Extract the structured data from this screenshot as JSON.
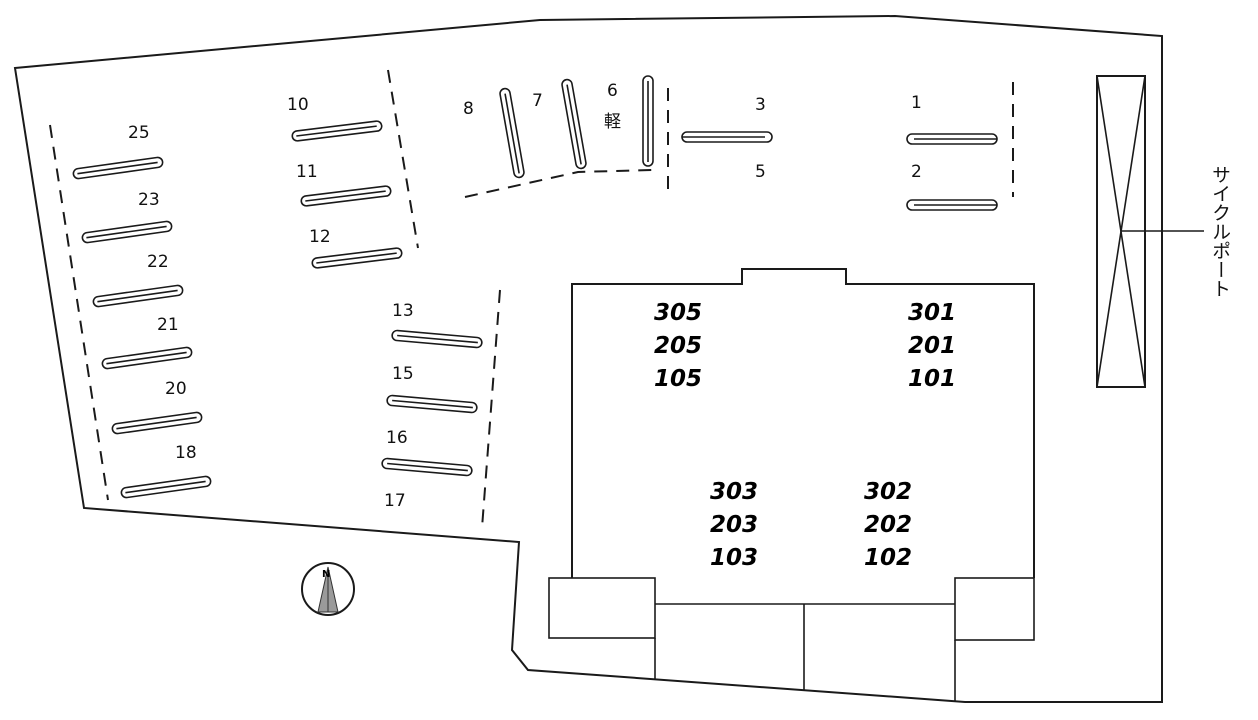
{
  "parking_spaces": {
    "light_car_label": "軽",
    "numbers": [
      "1",
      "2",
      "3",
      "5",
      "6",
      "7",
      "8",
      "10",
      "11",
      "12",
      "13",
      "15",
      "16",
      "17",
      "18",
      "20",
      "21",
      "22",
      "23",
      "25"
    ]
  },
  "building": {
    "units_left_top": [
      "305",
      "205",
      "105"
    ],
    "units_right_top": [
      "301",
      "201",
      "101"
    ],
    "units_left_bottom": [
      "303",
      "203",
      "103"
    ],
    "units_right_bottom": [
      "302",
      "202",
      "102"
    ]
  },
  "cycle_port": {
    "label": "サイクルポート"
  },
  "compass": {
    "label": "N"
  }
}
